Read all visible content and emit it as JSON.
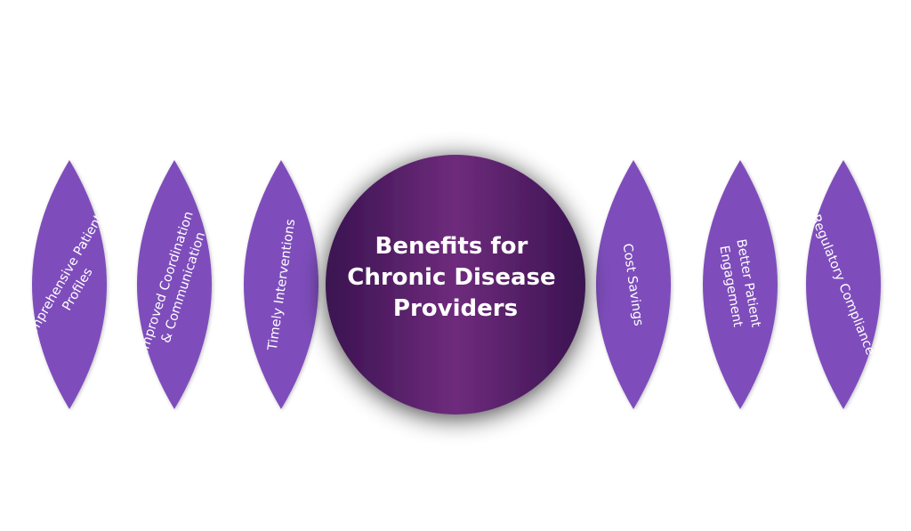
{
  "center": {
    "lines": [
      "Benefits for",
      "Chronic Disease",
      "Providers"
    ]
  },
  "petals": [
    {
      "lines": [
        "Comprehensive Patient",
        "Profiles"
      ],
      "side": "left"
    },
    {
      "lines": [
        "Improved Coordination",
        "& Communication"
      ],
      "side": "left"
    },
    {
      "lines": [
        "Timely Interventions"
      ],
      "side": "left"
    },
    {
      "lines": [
        "Cost Savings"
      ],
      "side": "right"
    },
    {
      "lines": [
        "Better Patient",
        "Engagement"
      ],
      "side": "right"
    },
    {
      "lines": [
        "Regulatory Compliance"
      ],
      "side": "right"
    }
  ],
  "colors": {
    "petal": "#7e4dbb",
    "center_dark": "#3c1350",
    "center_light": "#6e2c7c"
  }
}
